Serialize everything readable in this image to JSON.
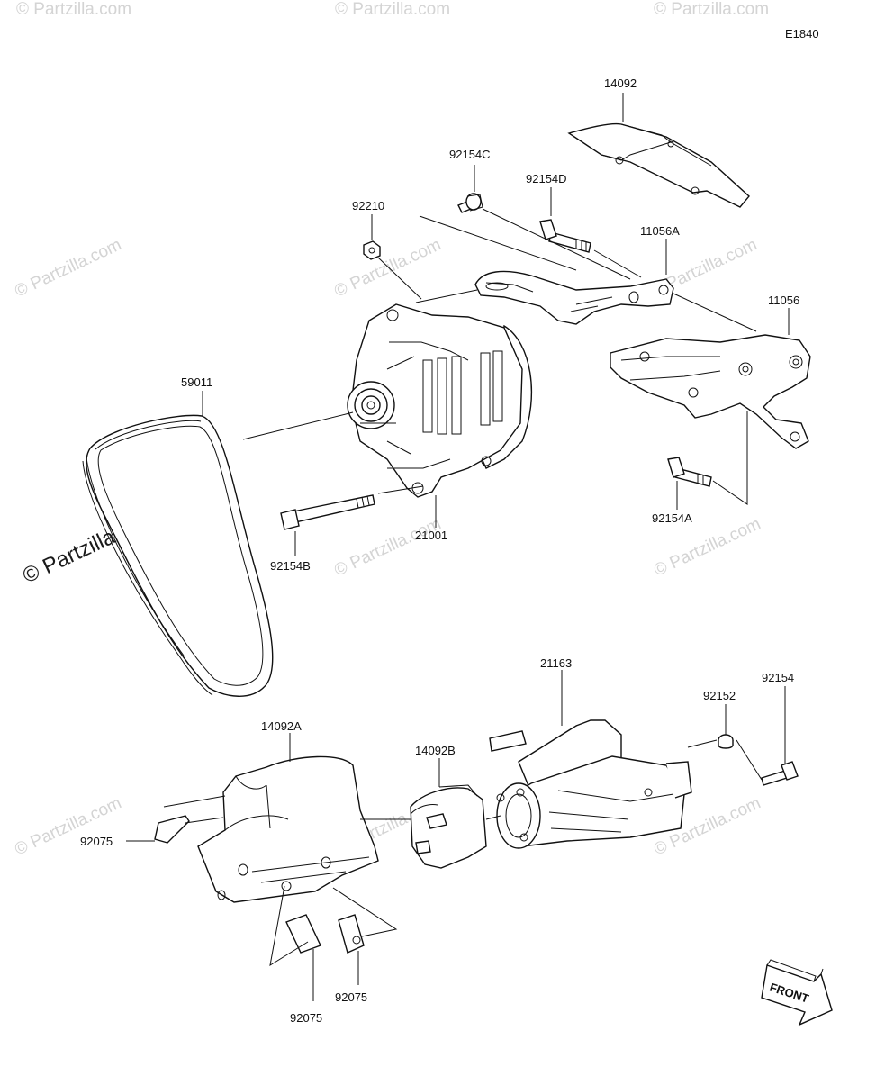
{
  "diagram": {
    "code": "E1840",
    "front_label": "FRONT",
    "watermark": "© Partzilla.com",
    "parts": {
      "p14092": "14092",
      "p92154C": "92154C",
      "p92154D": "92154D",
      "p92210": "92210",
      "p11056A": "11056A",
      "p11056": "11056",
      "p59011": "59011",
      "p21001": "21001",
      "p92154B": "92154B",
      "p92154A": "92154A",
      "p21163": "21163",
      "p92154": "92154",
      "p92152": "92152",
      "p14092A": "14092A",
      "p14092B": "14092B",
      "p92075a": "92075",
      "p92075b": "92075",
      "p92075c": "92075"
    }
  }
}
